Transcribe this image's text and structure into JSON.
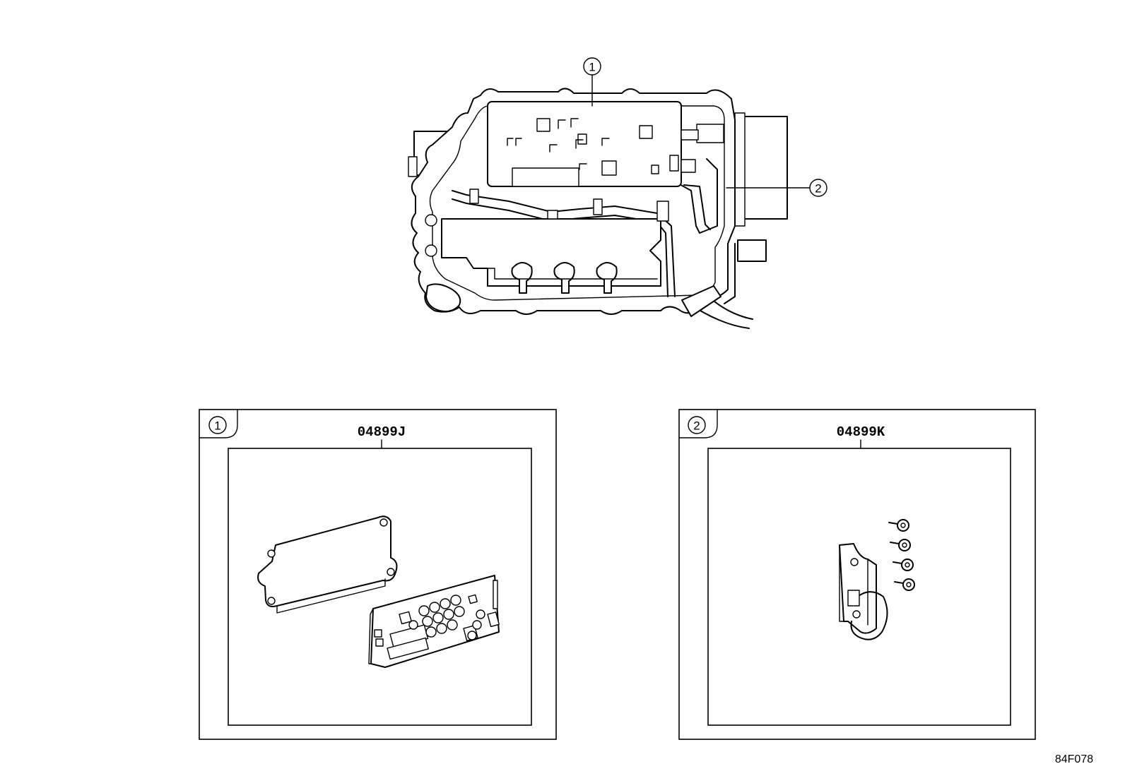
{
  "main_callouts": [
    {
      "id": "callout-1",
      "label": "1"
    },
    {
      "id": "callout-2",
      "label": "2"
    }
  ],
  "panels": [
    {
      "badge": "1",
      "part_number": "04899J"
    },
    {
      "badge": "2",
      "part_number": "04899K"
    }
  ],
  "figure_code": "84F078"
}
